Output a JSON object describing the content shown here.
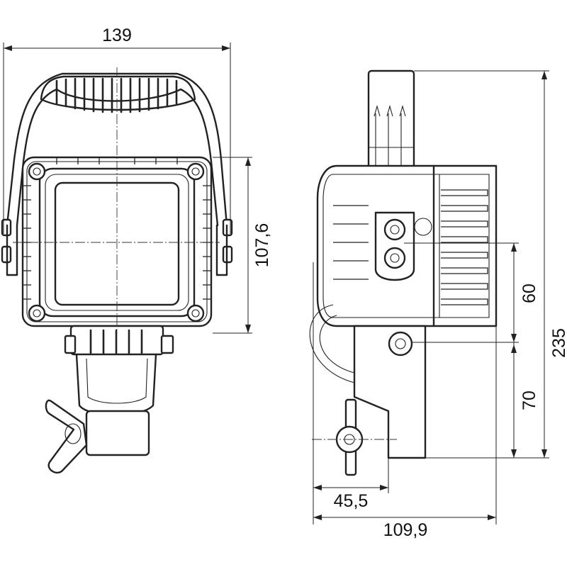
{
  "dimensions": {
    "overall_width": "139",
    "housing_height": "107,6",
    "overall_height": "235",
    "upper_offset": "60",
    "lower_offset": "70",
    "bracket_depth": "45,5",
    "overall_depth": "109,9"
  }
}
